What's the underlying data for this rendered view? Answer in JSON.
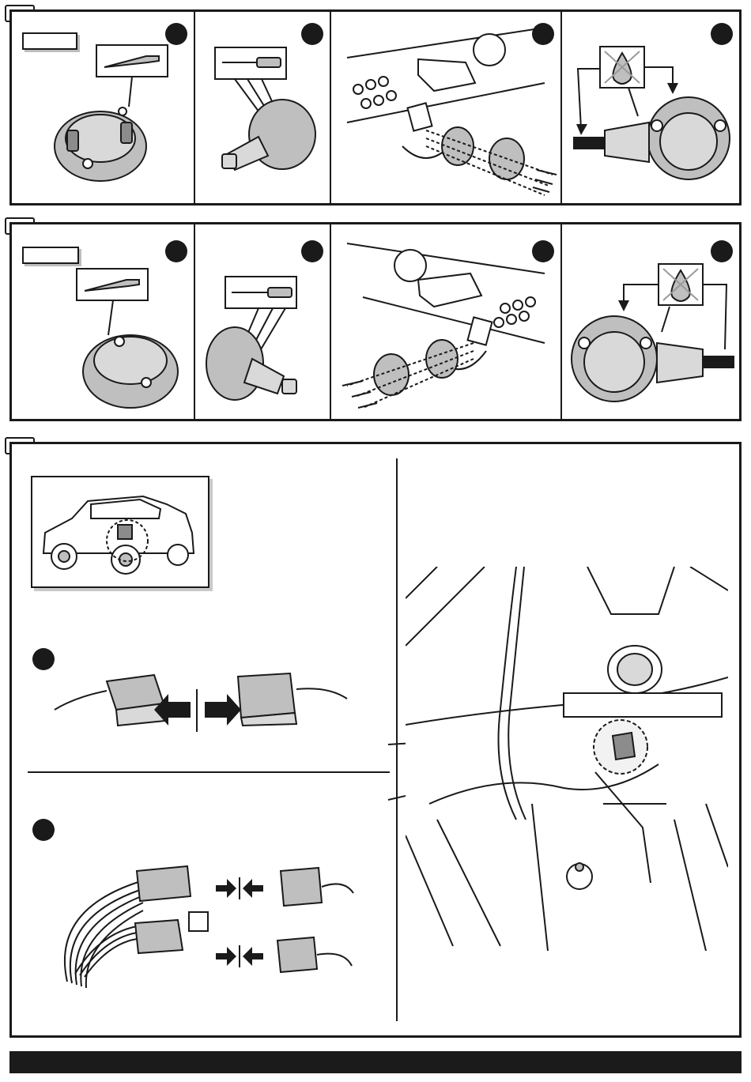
{
  "sections": [
    {
      "id": "section-1",
      "tab_label": "",
      "steps": 4
    },
    {
      "id": "section-2",
      "tab_label": "",
      "steps": 4
    },
    {
      "id": "section-3",
      "tab_label": "",
      "steps": 2
    }
  ],
  "section1": {
    "part_label": ""
  },
  "section2": {
    "part_label": ""
  },
  "section3": {
    "step1_badge": "",
    "step2_badge": "",
    "option_box_label": ""
  },
  "footer": {
    "text": ""
  },
  "colors": {
    "frame": "#1a1a1a",
    "part_fill": "#bfbfbf",
    "light_fill": "#d9d9d9",
    "dark_fill": "#8c8c8c",
    "footer_bar": "#1b1b1b"
  },
  "icons": [
    "knife-icon",
    "screwdriver-icon",
    "water-drop-prohibited-icon",
    "arrow-left-icon",
    "arrow-right-icon"
  ]
}
